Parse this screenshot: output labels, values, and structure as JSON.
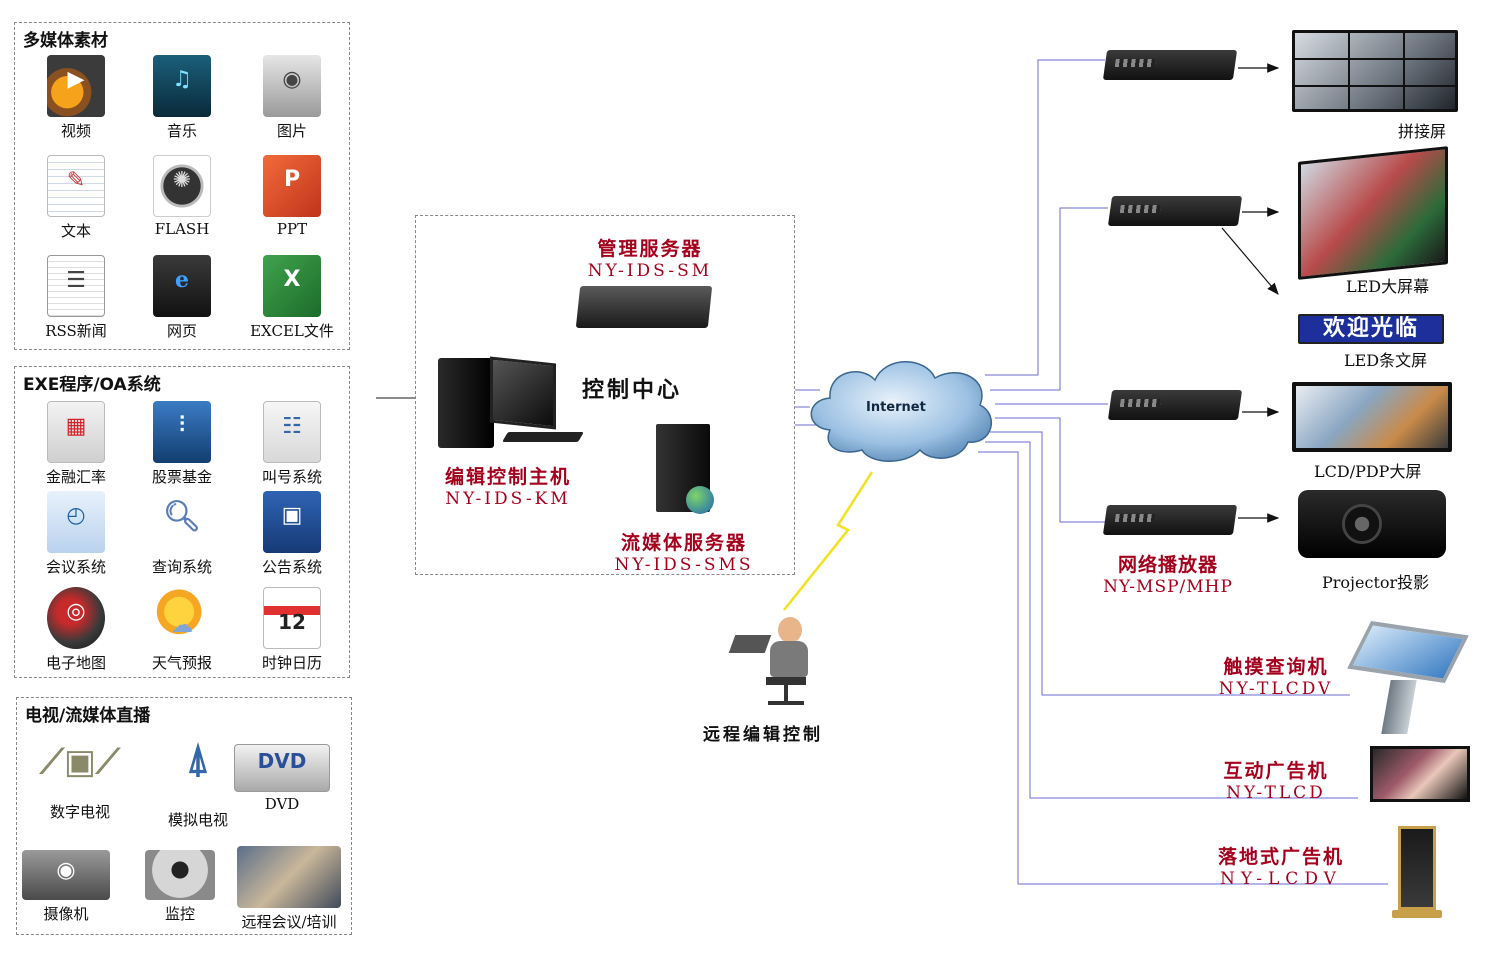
{
  "panels": {
    "multimedia": {
      "title": "多媒体素材",
      "items": [
        "视频",
        "音乐",
        "图片",
        "文本",
        "FLASH",
        "PPT",
        "RSS新闻",
        "网页",
        "EXCEL文件"
      ]
    },
    "exe": {
      "title": "EXE程序/OA系统",
      "items": [
        "金融汇率",
        "股票基金",
        "叫号系统",
        "会议系统",
        "查询系统",
        "公告系统",
        "电子地图",
        "天气预报",
        "时钟日历"
      ]
    },
    "tv": {
      "title": "电视/流媒体直播",
      "items": [
        "数字电视",
        "模拟电视",
        "DVD",
        "摄像机",
        "监控",
        "远程会议/培训"
      ]
    }
  },
  "control": {
    "title": "控制中心",
    "manager": {
      "name": "管理服务器",
      "model": "NY-IDS-SM"
    },
    "editor": {
      "name": "编辑控制主机",
      "model": "NY-IDS-KM"
    },
    "streaming": {
      "name": "流媒体服务器",
      "model": "NY-IDS-SMS"
    }
  },
  "internet_label": "Internet",
  "remote_label": "远程编辑控制",
  "player_label": {
    "name": "网络播放器",
    "model": "NY-MSP/MHP"
  },
  "outputs": {
    "splice": "拼接屏",
    "led_big": "LED大屏幕",
    "led_strip": "LED条文屏",
    "led_strip_text": "欢迎光临",
    "lcd": "LCD/PDP大屏",
    "projector": "Projector投影"
  },
  "terminals": {
    "touch": {
      "name": "触摸查询机",
      "model": "NY-TLCDV"
    },
    "interactive": {
      "name": "互动广告机",
      "model": "NY-TLCD"
    },
    "floor": {
      "name": "落地式广告机",
      "model": "NY-LCDV"
    }
  },
  "colors": {
    "accent_red": "#a5001c",
    "line_blue": "#6b6bd6",
    "cloud": "#8fb7dc"
  }
}
